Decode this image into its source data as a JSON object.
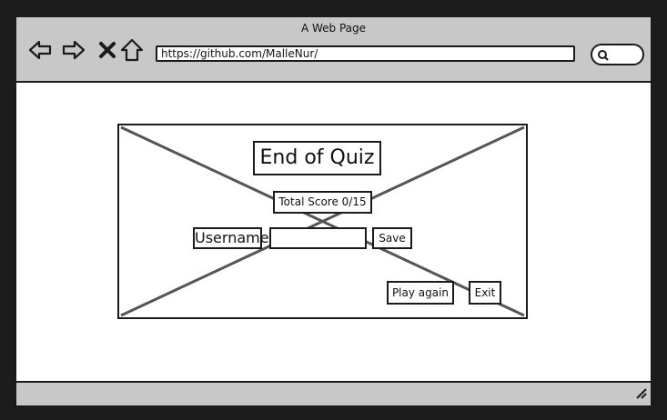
{
  "window": {
    "title": "A Web Page"
  },
  "toolbar": {
    "url": "https://github.com/MalleNur/",
    "icons": [
      "back-arrow-icon",
      "forward-arrow-icon",
      "close-x-icon",
      "home-icon",
      "search-icon"
    ]
  },
  "quiz": {
    "heading": "End of Quiz",
    "score_text": "Total Score 0/15",
    "username_label": "Username",
    "username_value": "",
    "save_label": "Save",
    "play_again_label": "Play again",
    "exit_label": "Exit"
  },
  "colors": {
    "chrome": "#c8c8c8",
    "outline": "#1a1a1a",
    "background": "#1c1c1c",
    "placeholder_cross": "#555555"
  }
}
